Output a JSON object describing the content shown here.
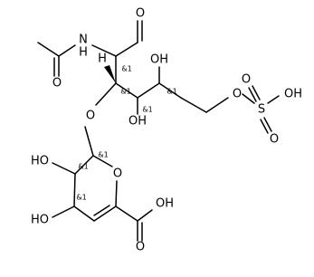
{
  "atoms": {
    "aldehyde_o": "O",
    "amide_nh": "N\nH",
    "amide_o": "O",
    "h_c3": "H",
    "oh_c5": "OH",
    "oh_c4": "OH",
    "ether_o": "O",
    "o6": "O",
    "s": "S",
    "s_o_top": "O",
    "s_o_bottom": "O",
    "s_oh": "OH",
    "ring_o": "O",
    "oh_r2": "HO",
    "oh_r3": "HO",
    "cooh_oh": "OH",
    "cooh_o": "O"
  },
  "stereo": {
    "c2": "&1",
    "c3": "&1",
    "c4": "&1",
    "c5": "&1",
    "r1": "&1",
    "r2": "&1",
    "r3": "&1"
  }
}
